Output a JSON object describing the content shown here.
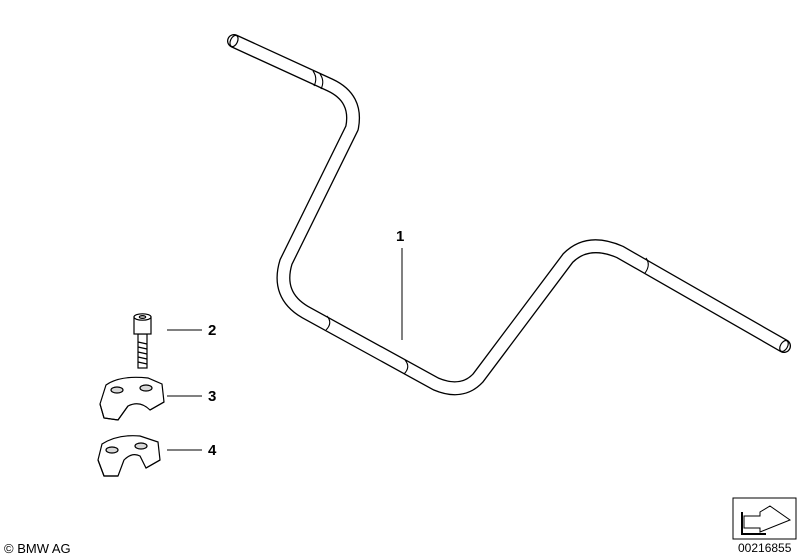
{
  "callouts": [
    {
      "id": "1",
      "label": "1",
      "part": "handlebar"
    },
    {
      "id": "2",
      "label": "2",
      "part": "screw"
    },
    {
      "id": "3",
      "label": "3",
      "part": "clamp-upper"
    },
    {
      "id": "4",
      "label": "4",
      "part": "clamp-lower"
    }
  ],
  "footer": {
    "copyright": "© BMW AG",
    "diagram_number": "00216855"
  },
  "colors": {
    "line": "#000000",
    "fill": "#ffffff",
    "shade": "#d8d8d8"
  }
}
